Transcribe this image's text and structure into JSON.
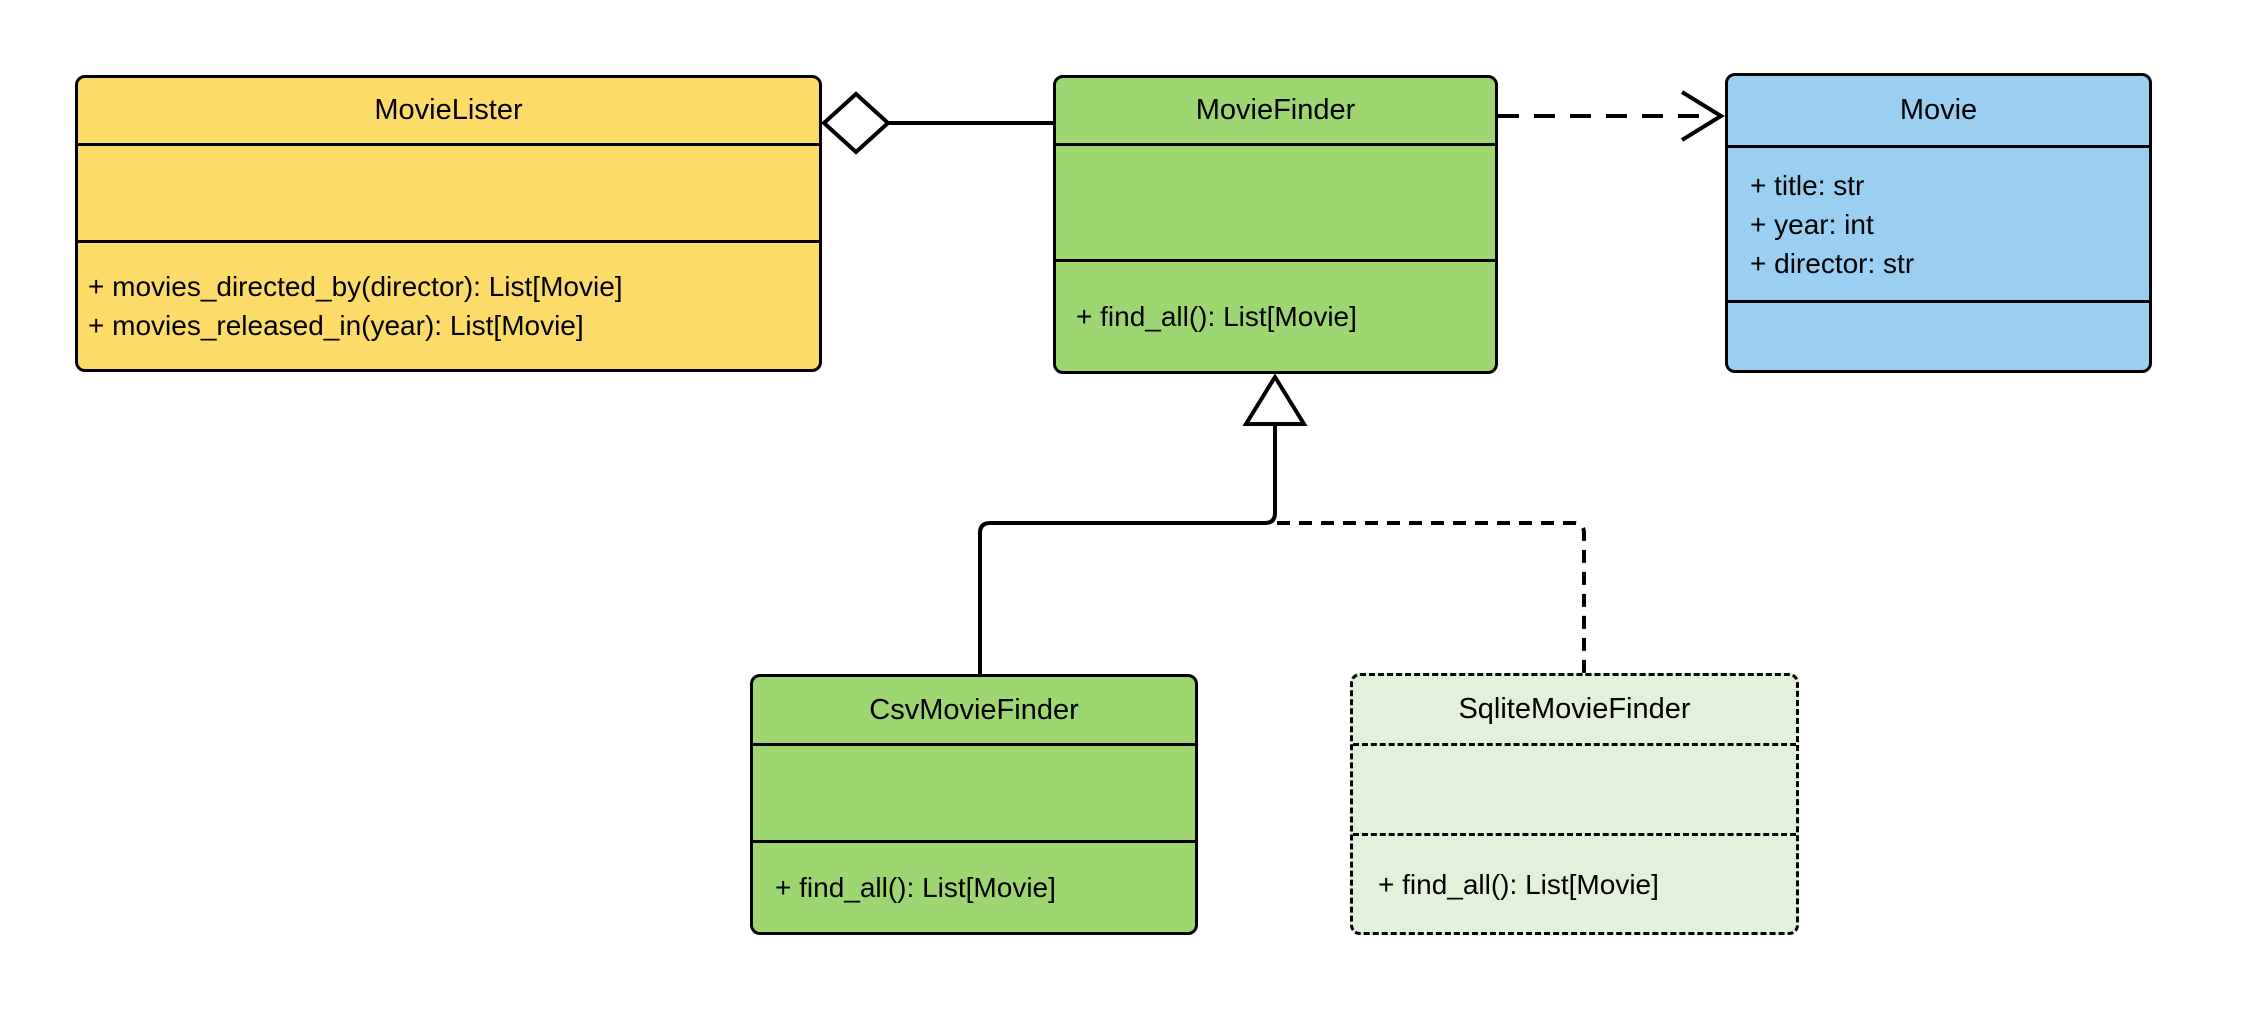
{
  "diagram": {
    "kind": "uml-class-diagram"
  },
  "colors": {
    "yellow_fill": "#FDDB69",
    "green_fill": "#9ED672",
    "blue_fill": "#9ACFF1",
    "pale_green_fill": "#E3F1DB",
    "stroke": "#000000",
    "marker_fill": "#FFFFFF",
    "background": "#FFFFFF"
  },
  "classes": {
    "movie_lister": {
      "name": "MovieLister",
      "attributes": [],
      "methods": [
        "+ movies_directed_by(director): List[Movie]",
        "+ movies_released_in(year): List[Movie]"
      ]
    },
    "movie_finder": {
      "name": "MovieFinder",
      "attributes": [],
      "methods": [
        "+ find_all(): List[Movie]"
      ]
    },
    "movie": {
      "name": "Movie",
      "attributes": [
        "+ title: str",
        "+ year: int",
        "+ director: str"
      ],
      "methods": []
    },
    "csv_movie_finder": {
      "name": "CsvMovieFinder",
      "attributes": [],
      "methods": [
        "+ find_all(): List[Movie]"
      ]
    },
    "sqlite_movie_finder": {
      "name": "SqliteMovieFinder",
      "attributes": [],
      "methods": [
        "+ find_all(): List[Movie]"
      ]
    }
  },
  "relationships": [
    {
      "type": "aggregation",
      "from": "MovieLister",
      "to": "MovieFinder",
      "line": "solid",
      "marker": "hollow-diamond"
    },
    {
      "type": "dependency",
      "from": "MovieFinder",
      "to": "Movie",
      "line": "dashed",
      "marker": "open-arrow"
    },
    {
      "type": "generalization",
      "from": "CsvMovieFinder",
      "to": "MovieFinder",
      "line": "solid",
      "marker": "hollow-triangle"
    },
    {
      "type": "generalization",
      "from": "SqliteMovieFinder",
      "to": "MovieFinder",
      "line": "dashed",
      "marker": "hollow-triangle"
    }
  ]
}
